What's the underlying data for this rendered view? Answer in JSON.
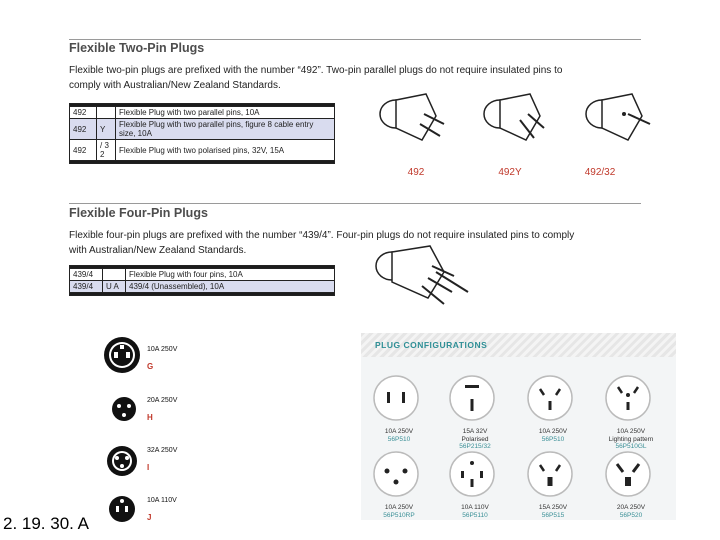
{
  "two_pin": {
    "title": "Flexible Two-Pin Plugs",
    "para_line1": "Flexible two-pin plugs are prefixed with the number “492”. Two-pin parallel plugs do not require insulated pins to",
    "para_line2": "comply with Australian/New Zealand Standards.",
    "rows": [
      {
        "code": "492",
        "suffix": "",
        "desc": "Flexible Plug with two parallel pins, 10A"
      },
      {
        "code": "492",
        "suffix": "Y",
        "desc": "Flexible Plug with two parallel pins, figure 8 cable entry size, 10A"
      },
      {
        "code": "492",
        "suffix": "/ 3 2",
        "desc": "Flexible Plug with two polarised pins, 32V, 15A"
      }
    ],
    "images": [
      {
        "label": "492"
      },
      {
        "label": "492Y"
      },
      {
        "label": "492/32"
      }
    ]
  },
  "four_pin": {
    "title": "Flexible Four-Pin Plugs",
    "para_line1": "Flexible four-pin plugs are prefixed with the number “439/4”. Four-pin plugs do not require insulated pins to comply",
    "para_line2": "with Australian/New Zealand Standards.",
    "rows": [
      {
        "code": "439/4",
        "suffix": "",
        "desc": "Flexible Plug with four pins, 10A"
      },
      {
        "code": "439/4",
        "suffix": "U A",
        "desc": "439/4 (Unassembled), 10A"
      }
    ]
  },
  "ratings": [
    {
      "rating": "10A 250V",
      "letter": "G"
    },
    {
      "rating": "20A 250V",
      "letter": "H"
    },
    {
      "rating": "32A 250V",
      "letter": "I"
    },
    {
      "rating": "10A 110V",
      "letter": "J"
    }
  ],
  "config_panel": {
    "title": "PLUG CONFIGURATIONS",
    "items": [
      {
        "line1": "10A 250V",
        "line2": "56P510",
        "extra": ""
      },
      {
        "line1": "15A 32V",
        "line2": "56P215/32",
        "extra": "Polarised"
      },
      {
        "line1": "10A 250V",
        "line2": "56P510",
        "extra": ""
      },
      {
        "line1": "10A 250V",
        "line2": "56P510GL",
        "extra": "Lighting pattern"
      },
      {
        "line1": "10A 250V",
        "line2": "56P510RP",
        "extra": ""
      },
      {
        "line1": "10A 110V",
        "line2": "56P5110",
        "extra": ""
      },
      {
        "line1": "15A 250V",
        "line2": "56P515",
        "extra": ""
      },
      {
        "line1": "20A 250V",
        "line2": "56P520",
        "extra": ""
      }
    ]
  },
  "footer": {
    "code": "2. 19. 30. A"
  },
  "colors": {
    "accent_red": "#c0392b",
    "teal": "#2f8f96",
    "table_shade": "#d9dcef"
  }
}
